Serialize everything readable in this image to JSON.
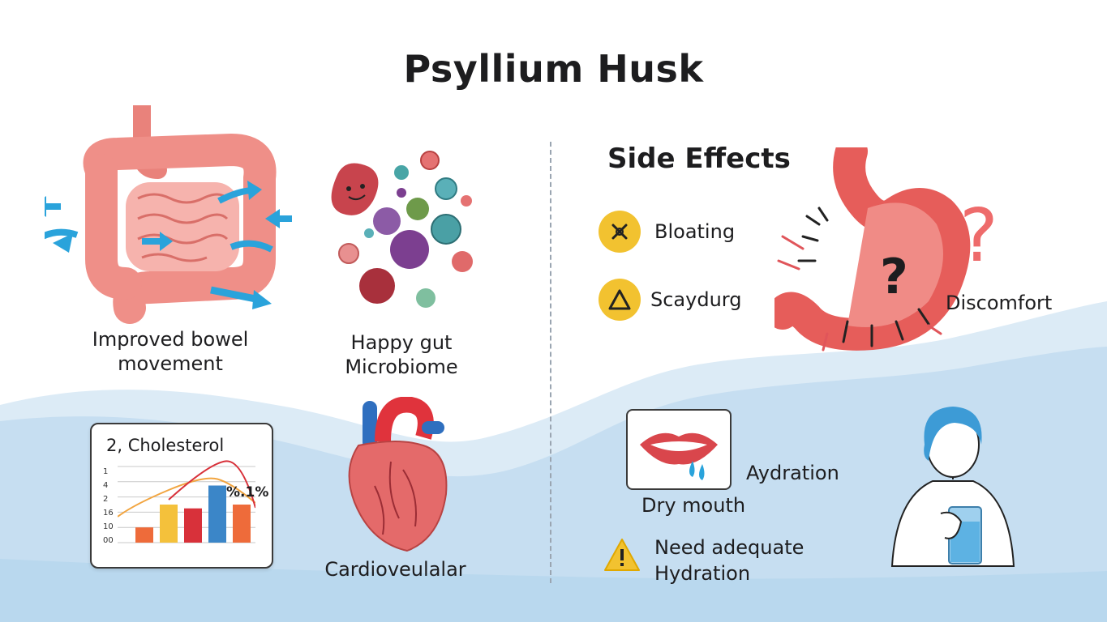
{
  "title": "Psyllium Husk",
  "benefits": {
    "bowel_label_line1": "Improved bowel",
    "bowel_label_line2": "movement",
    "microbiome_label_line1": "Happy gut",
    "microbiome_label_line2": "Microbiome",
    "cholesterol": {
      "chart_title": "2, Cholesterol",
      "annotation": "%.1%",
      "y_tick_labels": [
        "1",
        "4",
        "2",
        "16",
        "10",
        "00"
      ]
    },
    "cardio_label": "Cardioveulalar"
  },
  "side_effects": {
    "heading": "Side Effects",
    "items": [
      {
        "label": "Bloating",
        "icon": "crossed-bandage-icon"
      },
      {
        "label": "Scaydurg",
        "icon": "triangle-icon"
      }
    ],
    "discomfort_label": "Discomfort",
    "dry_mouth_label": "Dry mouth",
    "hydration_label": "Aydration",
    "warning_line1": "Need adequate",
    "warning_line2": "Hydration"
  },
  "colors": {
    "accent_yellow": "#f2c230",
    "wave_light": "#dcebf6",
    "wave_mid": "#c4ddf0",
    "wave_deep": "#b5d5ec",
    "organ_pink": "#ef8f88",
    "arrow_blue": "#2aa3db"
  },
  "chart_data": {
    "type": "bar",
    "title": "2, Cholesterol",
    "categories": [
      "",
      "",
      "",
      "",
      ""
    ],
    "values": [
      4,
      10,
      9,
      15,
      10
    ],
    "bar_colors": [
      "#ee6b3a",
      "#f4c13b",
      "#d8313a",
      "#3b86c8",
      "#ee6b3a"
    ],
    "ylim": [
      0,
      20
    ],
    "grid": true,
    "annotation": "%.1%"
  }
}
